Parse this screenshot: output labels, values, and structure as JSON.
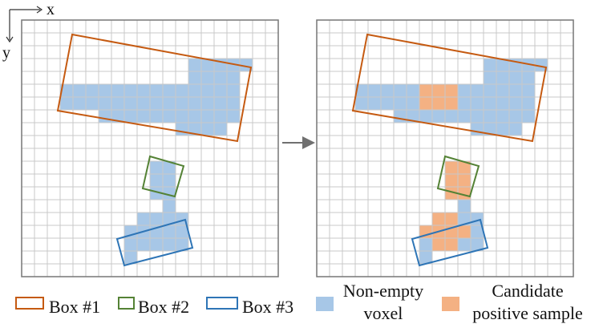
{
  "axes": {
    "x_label": "x",
    "y_label": "y"
  },
  "colors": {
    "grid_line": "#c8c8c8",
    "panel_border": "#777777",
    "voxel_blue": "#a7c7e7",
    "candidate_orange": "#f4b183",
    "box1": "#c55a11",
    "box2": "#548235",
    "box3": "#2e75b6",
    "arrow": "#707070"
  },
  "legend": {
    "box1_label": "Box #1",
    "box2_label": "Box #2",
    "box3_label": "Box #3",
    "nonempty_line1": "Non-empty",
    "nonempty_line2": "voxel",
    "candidate_line1": "Candidate",
    "candidate_line2": "positive sample"
  },
  "grid": {
    "cols": 20,
    "rows": 20,
    "nonempty_voxels": [
      [
        13,
        3
      ],
      [
        14,
        3
      ],
      [
        15,
        3
      ],
      [
        16,
        3
      ],
      [
        17,
        3
      ],
      [
        13,
        4
      ],
      [
        14,
        4
      ],
      [
        15,
        4
      ],
      [
        16,
        4
      ],
      [
        3,
        5
      ],
      [
        4,
        5
      ],
      [
        5,
        5
      ],
      [
        6,
        5
      ],
      [
        7,
        5
      ],
      [
        8,
        5
      ],
      [
        9,
        5
      ],
      [
        10,
        5
      ],
      [
        11,
        5
      ],
      [
        12,
        5
      ],
      [
        13,
        5
      ],
      [
        14,
        5
      ],
      [
        15,
        5
      ],
      [
        16,
        5
      ],
      [
        3,
        6
      ],
      [
        4,
        6
      ],
      [
        5,
        6
      ],
      [
        6,
        6
      ],
      [
        7,
        6
      ],
      [
        8,
        6
      ],
      [
        9,
        6
      ],
      [
        10,
        6
      ],
      [
        11,
        6
      ],
      [
        12,
        6
      ],
      [
        13,
        6
      ],
      [
        14,
        6
      ],
      [
        15,
        6
      ],
      [
        16,
        6
      ],
      [
        6,
        7
      ],
      [
        7,
        7
      ],
      [
        8,
        7
      ],
      [
        9,
        7
      ],
      [
        10,
        7
      ],
      [
        11,
        7
      ],
      [
        12,
        7
      ],
      [
        13,
        7
      ],
      [
        14,
        7
      ],
      [
        15,
        7
      ],
      [
        16,
        7
      ],
      [
        12,
        8
      ],
      [
        13,
        8
      ],
      [
        14,
        8
      ],
      [
        15,
        8
      ],
      [
        10,
        11
      ],
      [
        11,
        11
      ],
      [
        10,
        12
      ],
      [
        11,
        12
      ],
      [
        10,
        13
      ],
      [
        11,
        13
      ],
      [
        11,
        14
      ],
      [
        9,
        15
      ],
      [
        10,
        15
      ],
      [
        11,
        15
      ],
      [
        12,
        15
      ],
      [
        8,
        16
      ],
      [
        9,
        16
      ],
      [
        10,
        16
      ],
      [
        11,
        16
      ],
      [
        12,
        16
      ],
      [
        8,
        17
      ],
      [
        9,
        17
      ],
      [
        10,
        17
      ],
      [
        11,
        17
      ],
      [
        12,
        17
      ],
      [
        8,
        18
      ]
    ],
    "candidate_voxels": [
      [
        8,
        5
      ],
      [
        9,
        5
      ],
      [
        10,
        5
      ],
      [
        8,
        6
      ],
      [
        9,
        6
      ],
      [
        10,
        6
      ],
      [
        10,
        11
      ],
      [
        11,
        11
      ],
      [
        10,
        12
      ],
      [
        11,
        12
      ],
      [
        10,
        13
      ],
      [
        11,
        13
      ],
      [
        9,
        15
      ],
      [
        10,
        15
      ],
      [
        8,
        16
      ],
      [
        9,
        16
      ],
      [
        10,
        16
      ],
      [
        11,
        16
      ],
      [
        9,
        17
      ],
      [
        10,
        17
      ]
    ]
  }
}
